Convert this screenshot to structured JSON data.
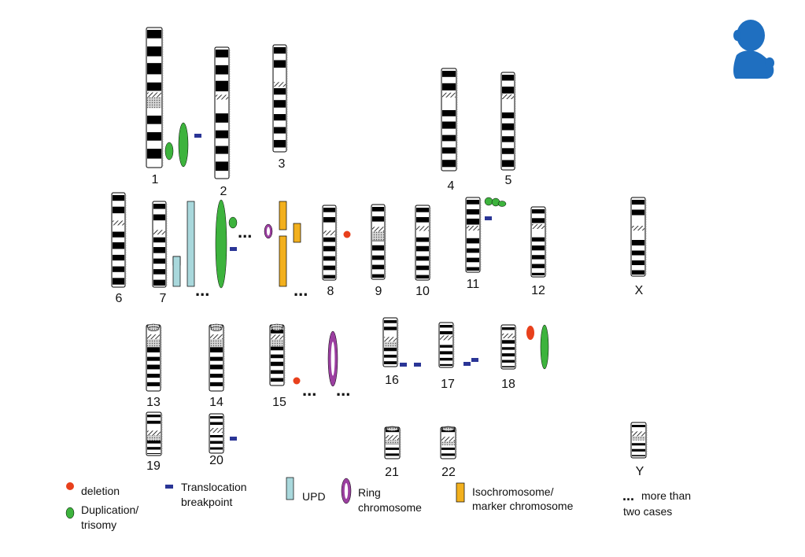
{
  "colors": {
    "deletion": "#e8401c",
    "duplication": "#3db33d",
    "translocation": "#2a3596",
    "upd": "#a9d8dc",
    "ring": "#9b3fa0",
    "isochromosome": "#f2b01e",
    "child_icon": "#1f6fc0"
  },
  "icon": {
    "name": "child-icon"
  },
  "chromosomes": [
    {
      "id": "1",
      "label": "1"
    },
    {
      "id": "2",
      "label": "2"
    },
    {
      "id": "3",
      "label": "3"
    },
    {
      "id": "4",
      "label": "4"
    },
    {
      "id": "5",
      "label": "5"
    },
    {
      "id": "6",
      "label": "6"
    },
    {
      "id": "7",
      "label": "7"
    },
    {
      "id": "8",
      "label": "8"
    },
    {
      "id": "9",
      "label": "9"
    },
    {
      "id": "10",
      "label": "10"
    },
    {
      "id": "11",
      "label": "11"
    },
    {
      "id": "12",
      "label": "12"
    },
    {
      "id": "X",
      "label": "X"
    },
    {
      "id": "13",
      "label": "13"
    },
    {
      "id": "14",
      "label": "14"
    },
    {
      "id": "15",
      "label": "15"
    },
    {
      "id": "16",
      "label": "16"
    },
    {
      "id": "17",
      "label": "17"
    },
    {
      "id": "18",
      "label": "18"
    },
    {
      "id": "19",
      "label": "19"
    },
    {
      "id": "20",
      "label": "20"
    },
    {
      "id": "21",
      "label": "21"
    },
    {
      "id": "22",
      "label": "22"
    },
    {
      "id": "Y",
      "label": "Y"
    }
  ],
  "more_marker": "...",
  "legend": {
    "deletion": "deletion",
    "duplication_1": "Duplication/",
    "duplication_2": "trisomy",
    "translocation_1": "Translocation",
    "translocation_2": "breakpoint",
    "upd": "UPD",
    "ring_1": "Ring",
    "ring_2": "chromosome",
    "iso_1": "Isochromosome/",
    "iso_2": "marker chromosome",
    "more_1": "more than",
    "more_2": "two cases"
  }
}
